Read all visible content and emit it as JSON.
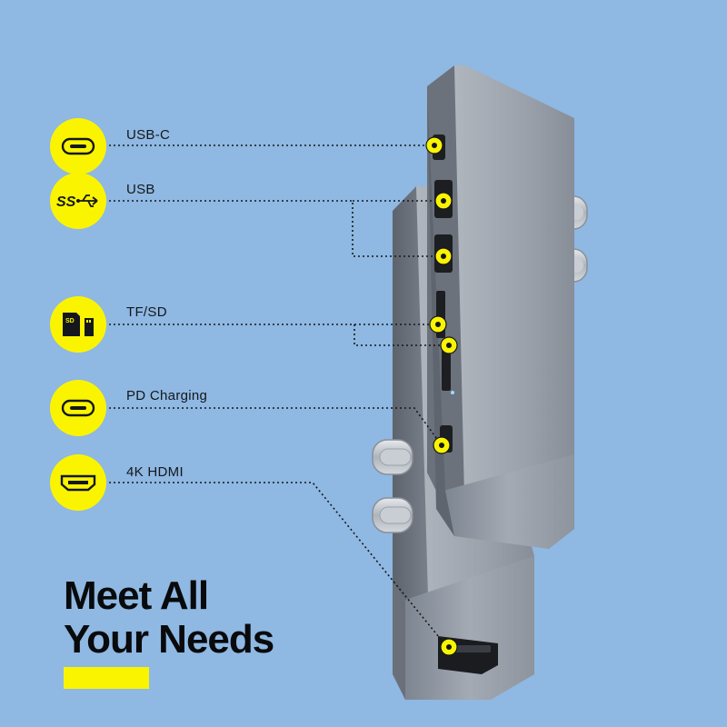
{
  "ports": [
    {
      "id": "usb-c",
      "label": "USB-C",
      "icon": "usb-c-icon"
    },
    {
      "id": "usb",
      "label": "USB",
      "icon": "usb-superspeed-icon",
      "icon_text": "SS"
    },
    {
      "id": "tf-sd",
      "label": "TF/SD",
      "icon": "sd-card-icon",
      "icon_text": "SD"
    },
    {
      "id": "pd-charging",
      "label": "PD Charging",
      "icon": "usb-c-icon"
    },
    {
      "id": "hdmi",
      "label": "4K HDMI",
      "icon": "hdmi-icon"
    }
  ],
  "headline": {
    "line1": "Meet All",
    "line2": "Your Needs"
  },
  "colors": {
    "background": "#8fb8e2",
    "accent": "#fbf400",
    "text": "#080a0c",
    "device": "#8f97a2"
  }
}
